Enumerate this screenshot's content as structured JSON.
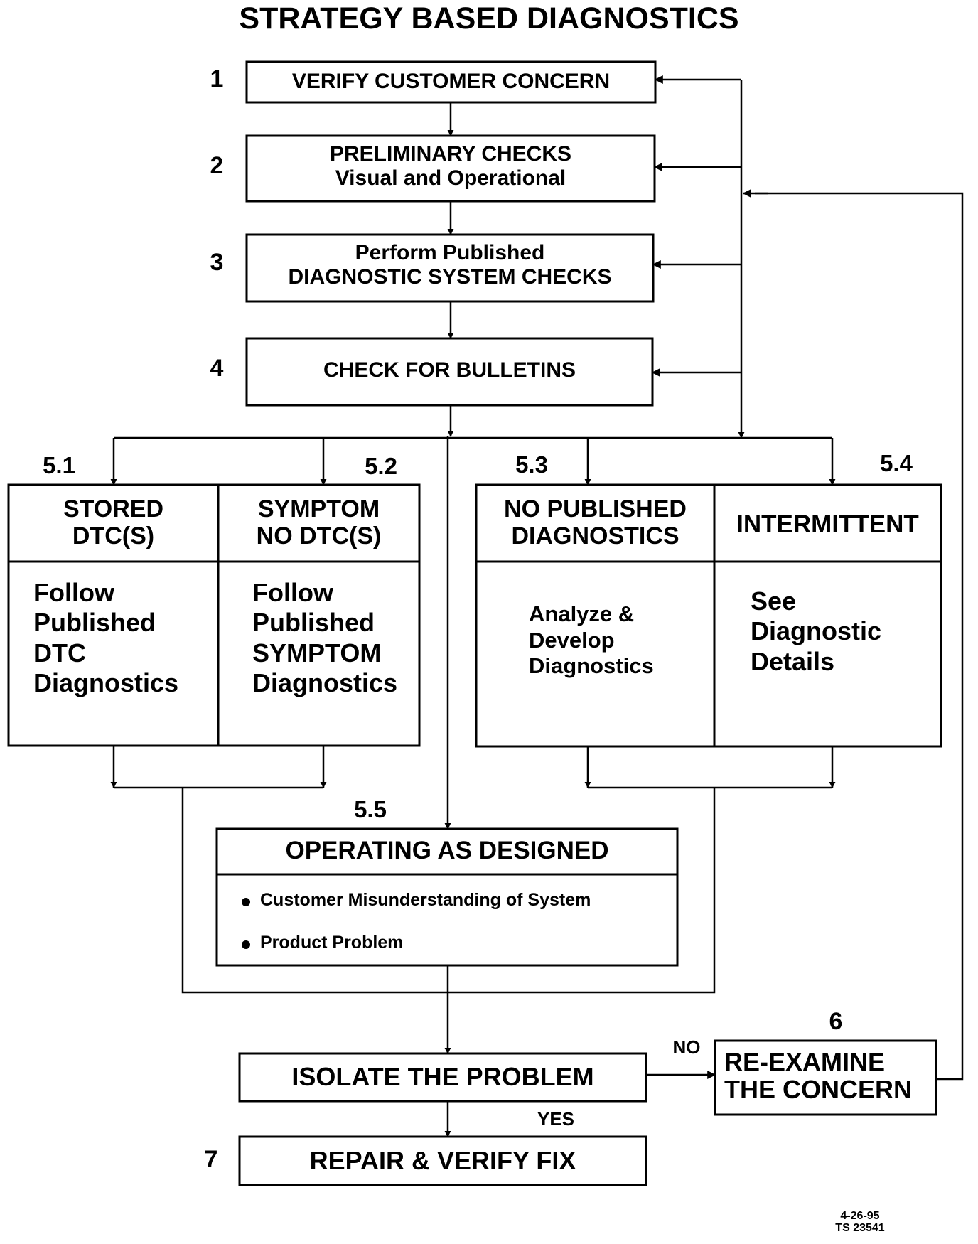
{
  "title": "STRATEGY BASED DIAGNOSTICS",
  "steps": {
    "s1": {
      "num": "1",
      "text": "VERIFY CUSTOMER CONCERN"
    },
    "s2": {
      "num": "2",
      "line1": "PRELIMINARY CHECKS",
      "line2": "Visual and Operational"
    },
    "s3": {
      "num": "3",
      "line1": "Perform Published",
      "line2": "DIAGNOSTIC SYSTEM CHECKS"
    },
    "s4": {
      "num": "4",
      "text": "CHECK FOR BULLETINS"
    },
    "s51": {
      "num": "5.1",
      "head1": "STORED",
      "head2": "DTC(S)",
      "body": [
        "Follow",
        "Published",
        "DTC",
        "Diagnostics"
      ]
    },
    "s52": {
      "num": "5.2",
      "head1": "SYMPTOM",
      "head2": "NO DTC(S)",
      "body": [
        "Follow",
        "Published",
        "SYMPTOM",
        "Diagnostics"
      ]
    },
    "s53": {
      "num": "5.3",
      "head1": "NO PUBLISHED",
      "head2": "DIAGNOSTICS",
      "body": [
        "Analyze &",
        "Develop",
        "Diagnostics"
      ]
    },
    "s54": {
      "num": "5.4",
      "head": "INTERMITTENT",
      "body": [
        "See",
        "Diagnostic",
        "Details"
      ]
    },
    "s55": {
      "num": "5.5",
      "head": "OPERATING AS DESIGNED",
      "bullets": [
        "Customer Misunderstanding of System",
        "Product Problem"
      ]
    },
    "isolate": {
      "text": "ISOLATE THE PROBLEM"
    },
    "s6": {
      "num": "6",
      "line1": "RE-EXAMINE",
      "line2": "THE CONCERN"
    },
    "s7": {
      "num": "7",
      "text": "REPAIR & VERIFY FIX"
    }
  },
  "labels": {
    "no": "NO",
    "yes": "YES"
  },
  "footer": {
    "date": "4-26-95",
    "code": "TS 23541"
  }
}
